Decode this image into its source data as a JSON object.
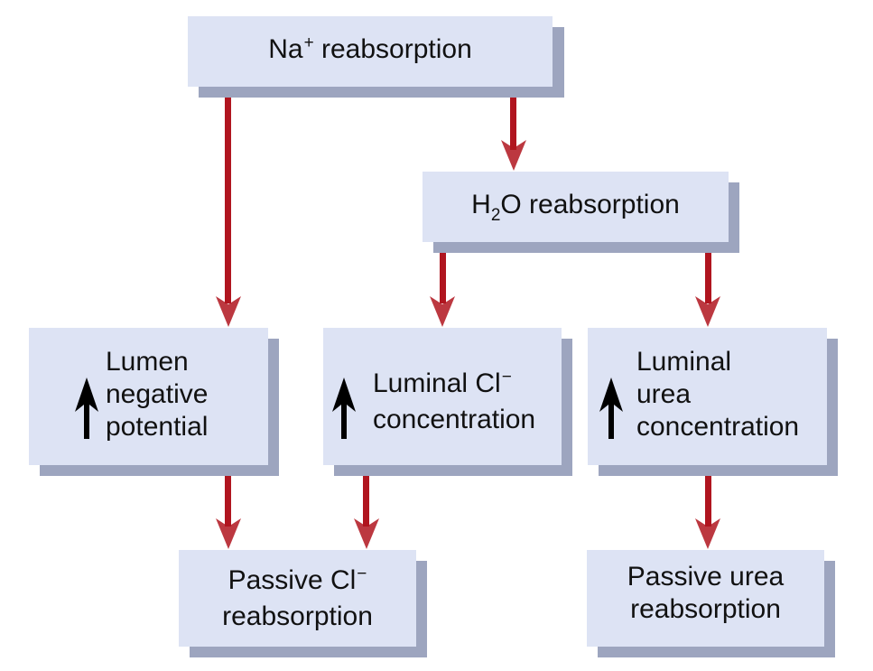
{
  "diagram": {
    "colors": {
      "box_fill": "#dde3f4",
      "box_shadow": "#9da5bf",
      "arrow": "#b0151f",
      "text": "#111111"
    },
    "nodes": {
      "na_reabsorption": {
        "prefix": "Na",
        "sup": "+",
        "suffix": " reabsorption"
      },
      "h2o_reabsorption": {
        "prefix": "H",
        "sub": "2",
        "suffix": "O reabsorption"
      },
      "lumen_negative": {
        "indicator": "increase",
        "lines": [
          "Lumen",
          "negative",
          "potential"
        ]
      },
      "luminal_cl": {
        "indicator": "increase",
        "line1": "Luminal Cl",
        "line1_sup": "−",
        "line2": "concentration"
      },
      "luminal_urea": {
        "indicator": "increase",
        "lines": [
          "Luminal",
          "urea",
          "concentration"
        ]
      },
      "passive_cl": {
        "line1": "Passive Cl",
        "line1_sup": "−",
        "line2": "reabsorption"
      },
      "passive_urea": {
        "line1": "Passive urea",
        "line2": "reabsorption"
      }
    },
    "edges": [
      {
        "from": "na_reabsorption",
        "to": "lumen_negative"
      },
      {
        "from": "na_reabsorption",
        "to": "h2o_reabsorption"
      },
      {
        "from": "h2o_reabsorption",
        "to": "luminal_cl"
      },
      {
        "from": "h2o_reabsorption",
        "to": "luminal_urea"
      },
      {
        "from": "lumen_negative",
        "to": "passive_cl"
      },
      {
        "from": "luminal_cl",
        "to": "passive_cl"
      },
      {
        "from": "luminal_urea",
        "to": "passive_urea"
      }
    ]
  }
}
